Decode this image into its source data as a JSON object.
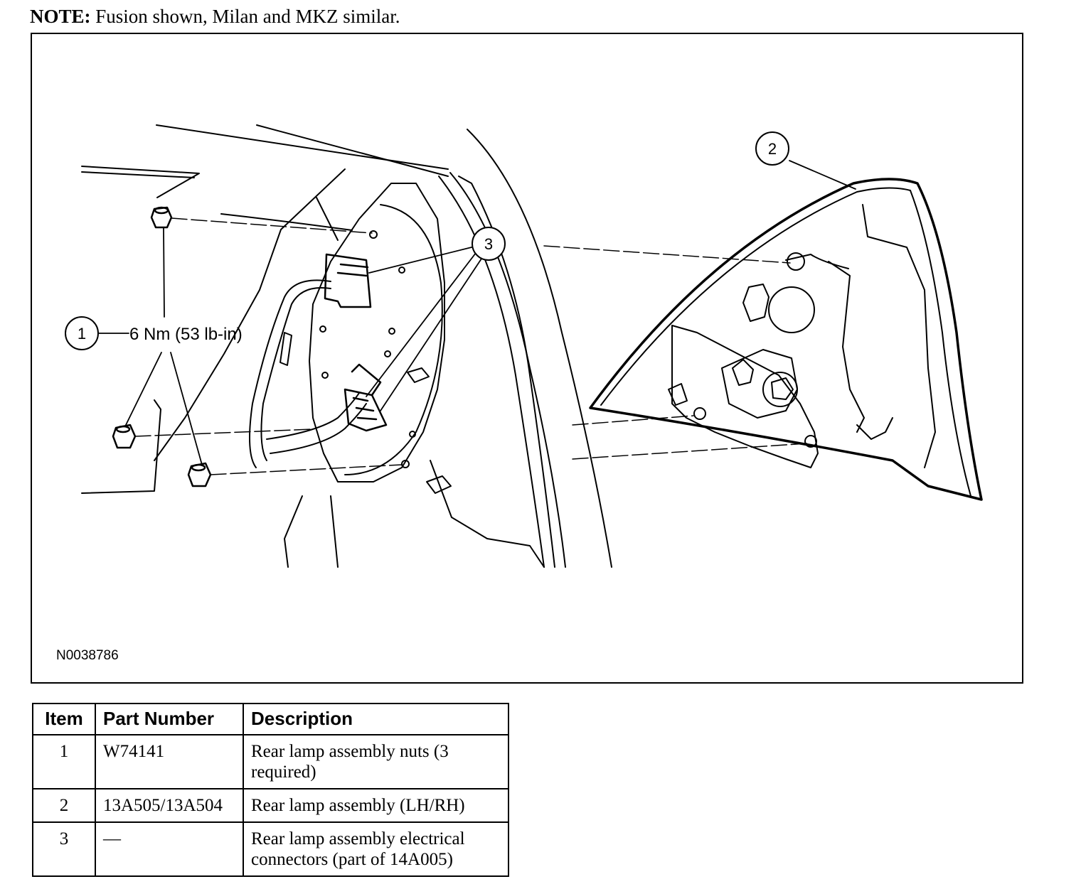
{
  "note": {
    "label": "NOTE:",
    "text": " Fusion shown, Milan and MKZ similar."
  },
  "figure": {
    "id": "N0038786",
    "callouts": [
      {
        "num": "1",
        "text": "6 Nm (53 lb-in)"
      },
      {
        "num": "2"
      },
      {
        "num": "3"
      }
    ]
  },
  "table": {
    "headers": {
      "item": "Item",
      "part_number": "Part Number",
      "description": "Description"
    },
    "rows": [
      {
        "item": "1",
        "part_number": "W74141",
        "description": "Rear lamp assembly nuts (3 required)"
      },
      {
        "item": "2",
        "part_number": "13A505/13A504",
        "description": "Rear lamp assembly (LH/RH)"
      },
      {
        "item": "3",
        "part_number": "—",
        "description": "Rear lamp assembly electrical connectors (part of 14A005)"
      }
    ]
  }
}
